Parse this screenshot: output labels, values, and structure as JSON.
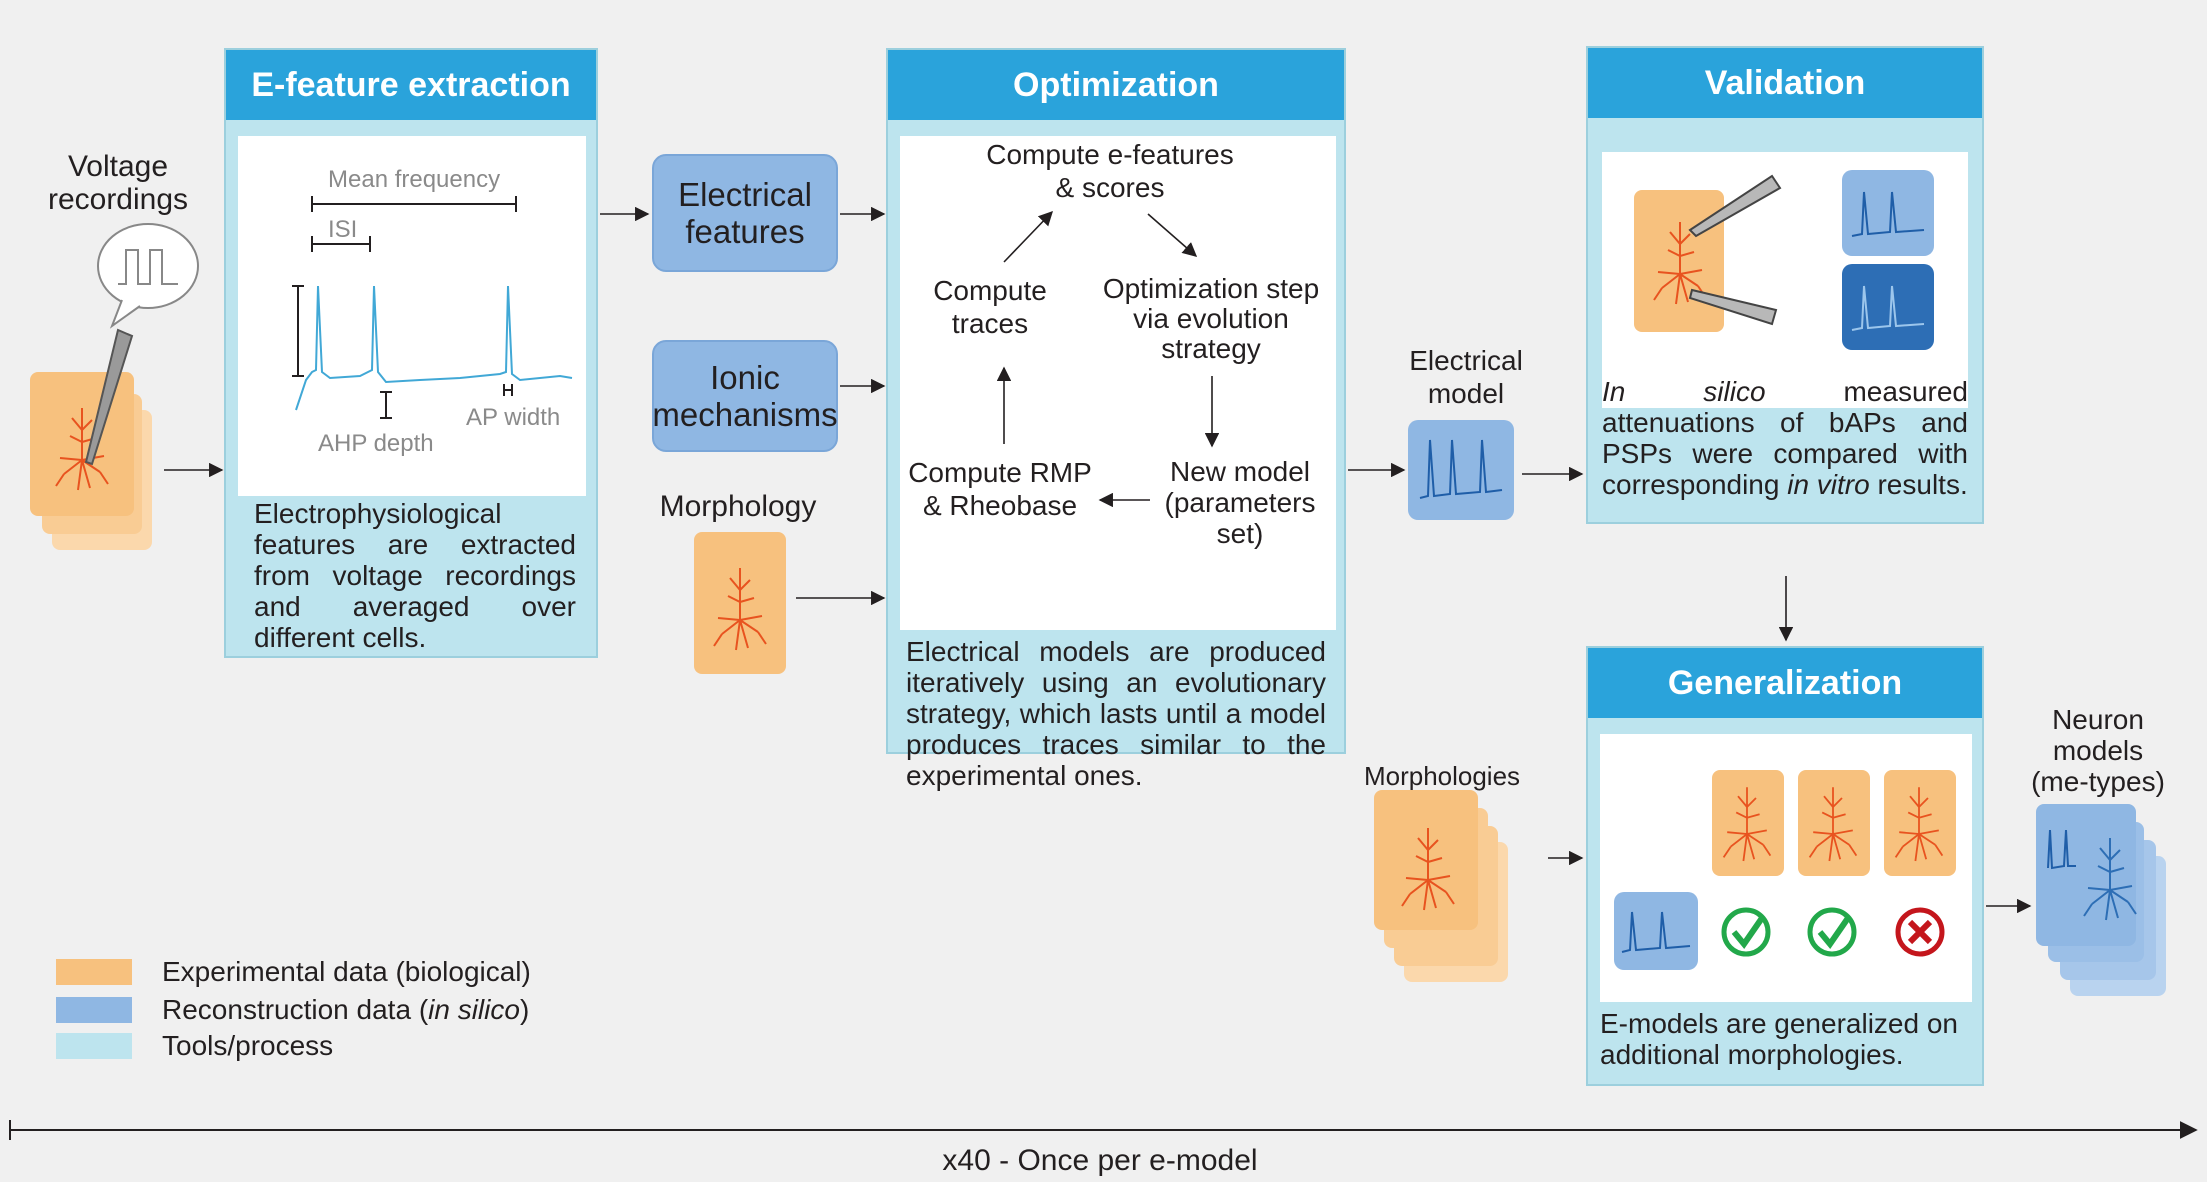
{
  "colors": {
    "experimental": "#f7c17e",
    "reconstruction": "#8fb7e3",
    "tools": "#bde4ee",
    "header": "#2aa3db",
    "trace": "#41a8d6",
    "neuron_orange": "#e8531f",
    "neuron_blue": "#2d6eb5"
  },
  "input": {
    "voltage_recordings": "Voltage\nrecordings"
  },
  "efeature": {
    "title": "E-feature extraction",
    "mean_frequency": "Mean frequency",
    "isi": "ISI",
    "ahp_depth": "AHP depth",
    "ap_width": "AP width",
    "description": "Electrophysiological features are extracted from voltage recordings and averaged over different cells."
  },
  "inputs_mid": {
    "electrical_features": "Electrical\nfeatures",
    "ionic_mechanisms": "Ionic\nmechanisms",
    "morphology": "Morphology"
  },
  "optimization": {
    "title": "Optimization",
    "compute_efeatures": "Compute e-features\n& scores",
    "optimization_step": "Optimization step\nvia evolution\nstrategy",
    "compute_traces": "Compute\ntraces",
    "new_model": "New model\n(parameters\nset)",
    "compute_rmp": "Compute RMP\n& Rheobase",
    "description": "Electrical models are produced iteratively using an evolutionary strategy, which lasts until a model produces traces similar to the experimental ones."
  },
  "electrical_model": "Electrical\nmodel",
  "validation": {
    "title": "Validation",
    "desc_italic_1": "In silico",
    "desc_1": " measured attenuations of bAPs and PSPs were compared with corresponding ",
    "desc_italic_2": "in vitro",
    "desc_2": " results."
  },
  "generalization": {
    "title": "Generalization",
    "description": "E-models are generalized on additional morphologies.",
    "results": [
      "pass",
      "pass",
      "fail"
    ]
  },
  "morphologies": "Morphologies",
  "neuron_models": "Neuron\nmodels\n(me-types)",
  "legend": {
    "experimental": "Experimental data (biological)",
    "reconstruction_prefix": "Reconstruction data (",
    "reconstruction_italic": "in silico",
    "reconstruction_suffix": ")",
    "tools": "Tools/process"
  },
  "timeline": "x40 - Once per e-model"
}
